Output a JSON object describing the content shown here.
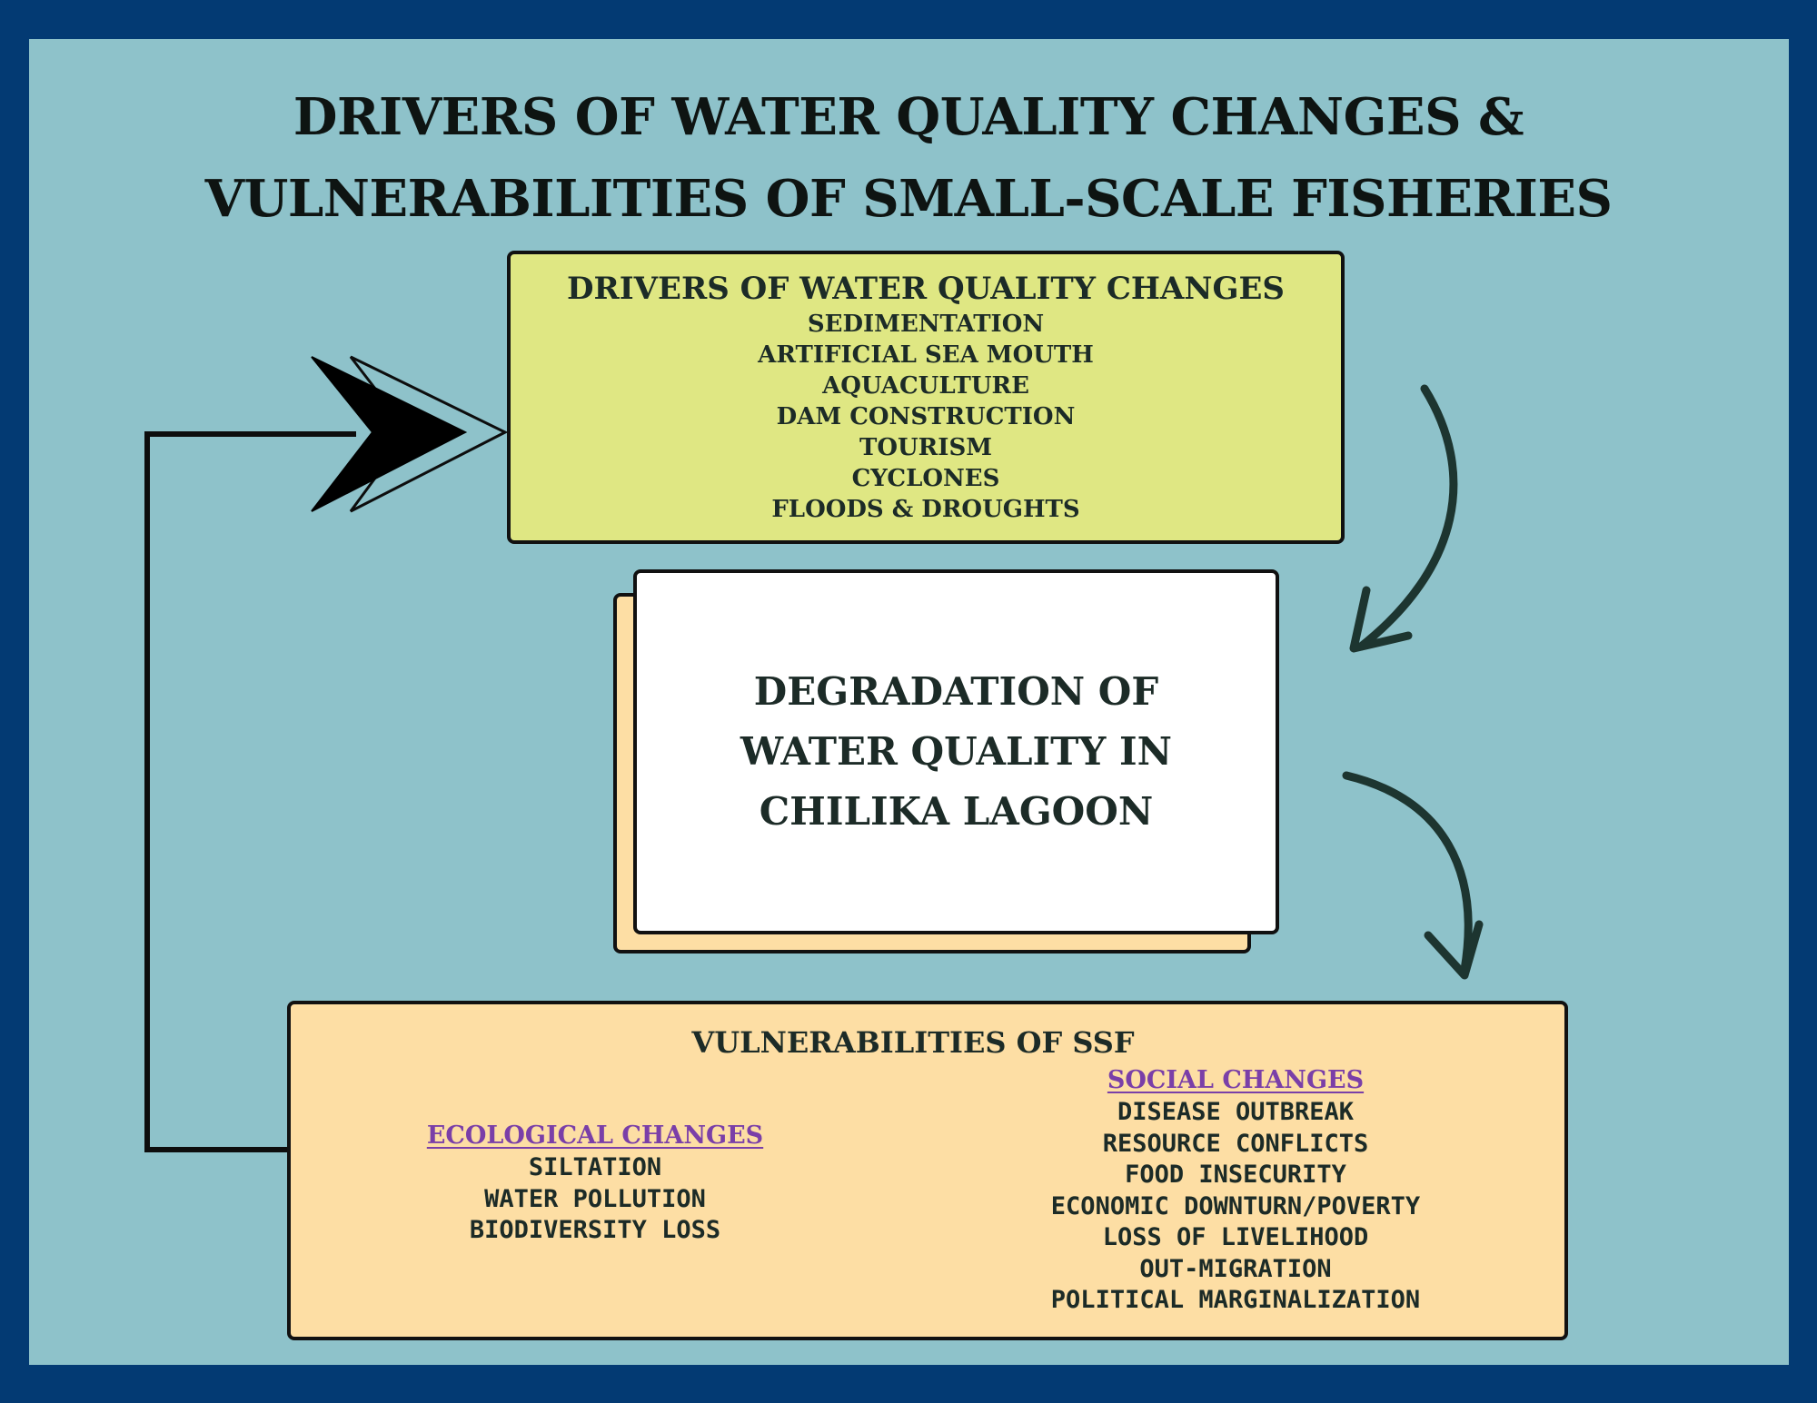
{
  "title": {
    "line1": "DRIVERS OF WATER QUALITY CHANGES &",
    "line2": "VULNERABILITIES OF SMALL-SCALE FISHERIES"
  },
  "drivers": {
    "heading": "DRIVERS OF WATER QUALITY CHANGES",
    "items": [
      "SEDIMENTATION",
      "ARTIFICIAL SEA MOUTH",
      "AQUACULTURE",
      "DAM CONSTRUCTION",
      "TOURISM",
      "CYCLONES",
      "FLOODS & DROUGHTS"
    ]
  },
  "center": {
    "text": "DEGRADATION OF WATER QUALITY IN CHILIKA LAGOON"
  },
  "vulnerabilities": {
    "heading": "VULNERABILITIES OF SSF",
    "ecological": {
      "label": "ECOLOGICAL CHANGES",
      "items": [
        "SILTATION",
        "WATER POLLUTION",
        "BIODIVERSITY LOSS"
      ]
    },
    "social": {
      "label": "SOCIAL CHANGES",
      "items": [
        "DISEASE OUTBREAK",
        "RESOURCE CONFLICTS",
        "FOOD INSECURITY",
        "ECONOMIC DOWNTURN/POVERTY",
        "LOSS OF LIVELIHOOD",
        "OUT-MIGRATION",
        "POLITICAL MARGINALIZATION"
      ]
    }
  },
  "colors": {
    "frame": "#033a73",
    "background": "#8ec2ca",
    "drivers_box": "#dfe783",
    "vulnerabilities_box": "#fddea4",
    "sub_heading": "#7a3fa8",
    "arrow": "#1d3530"
  }
}
